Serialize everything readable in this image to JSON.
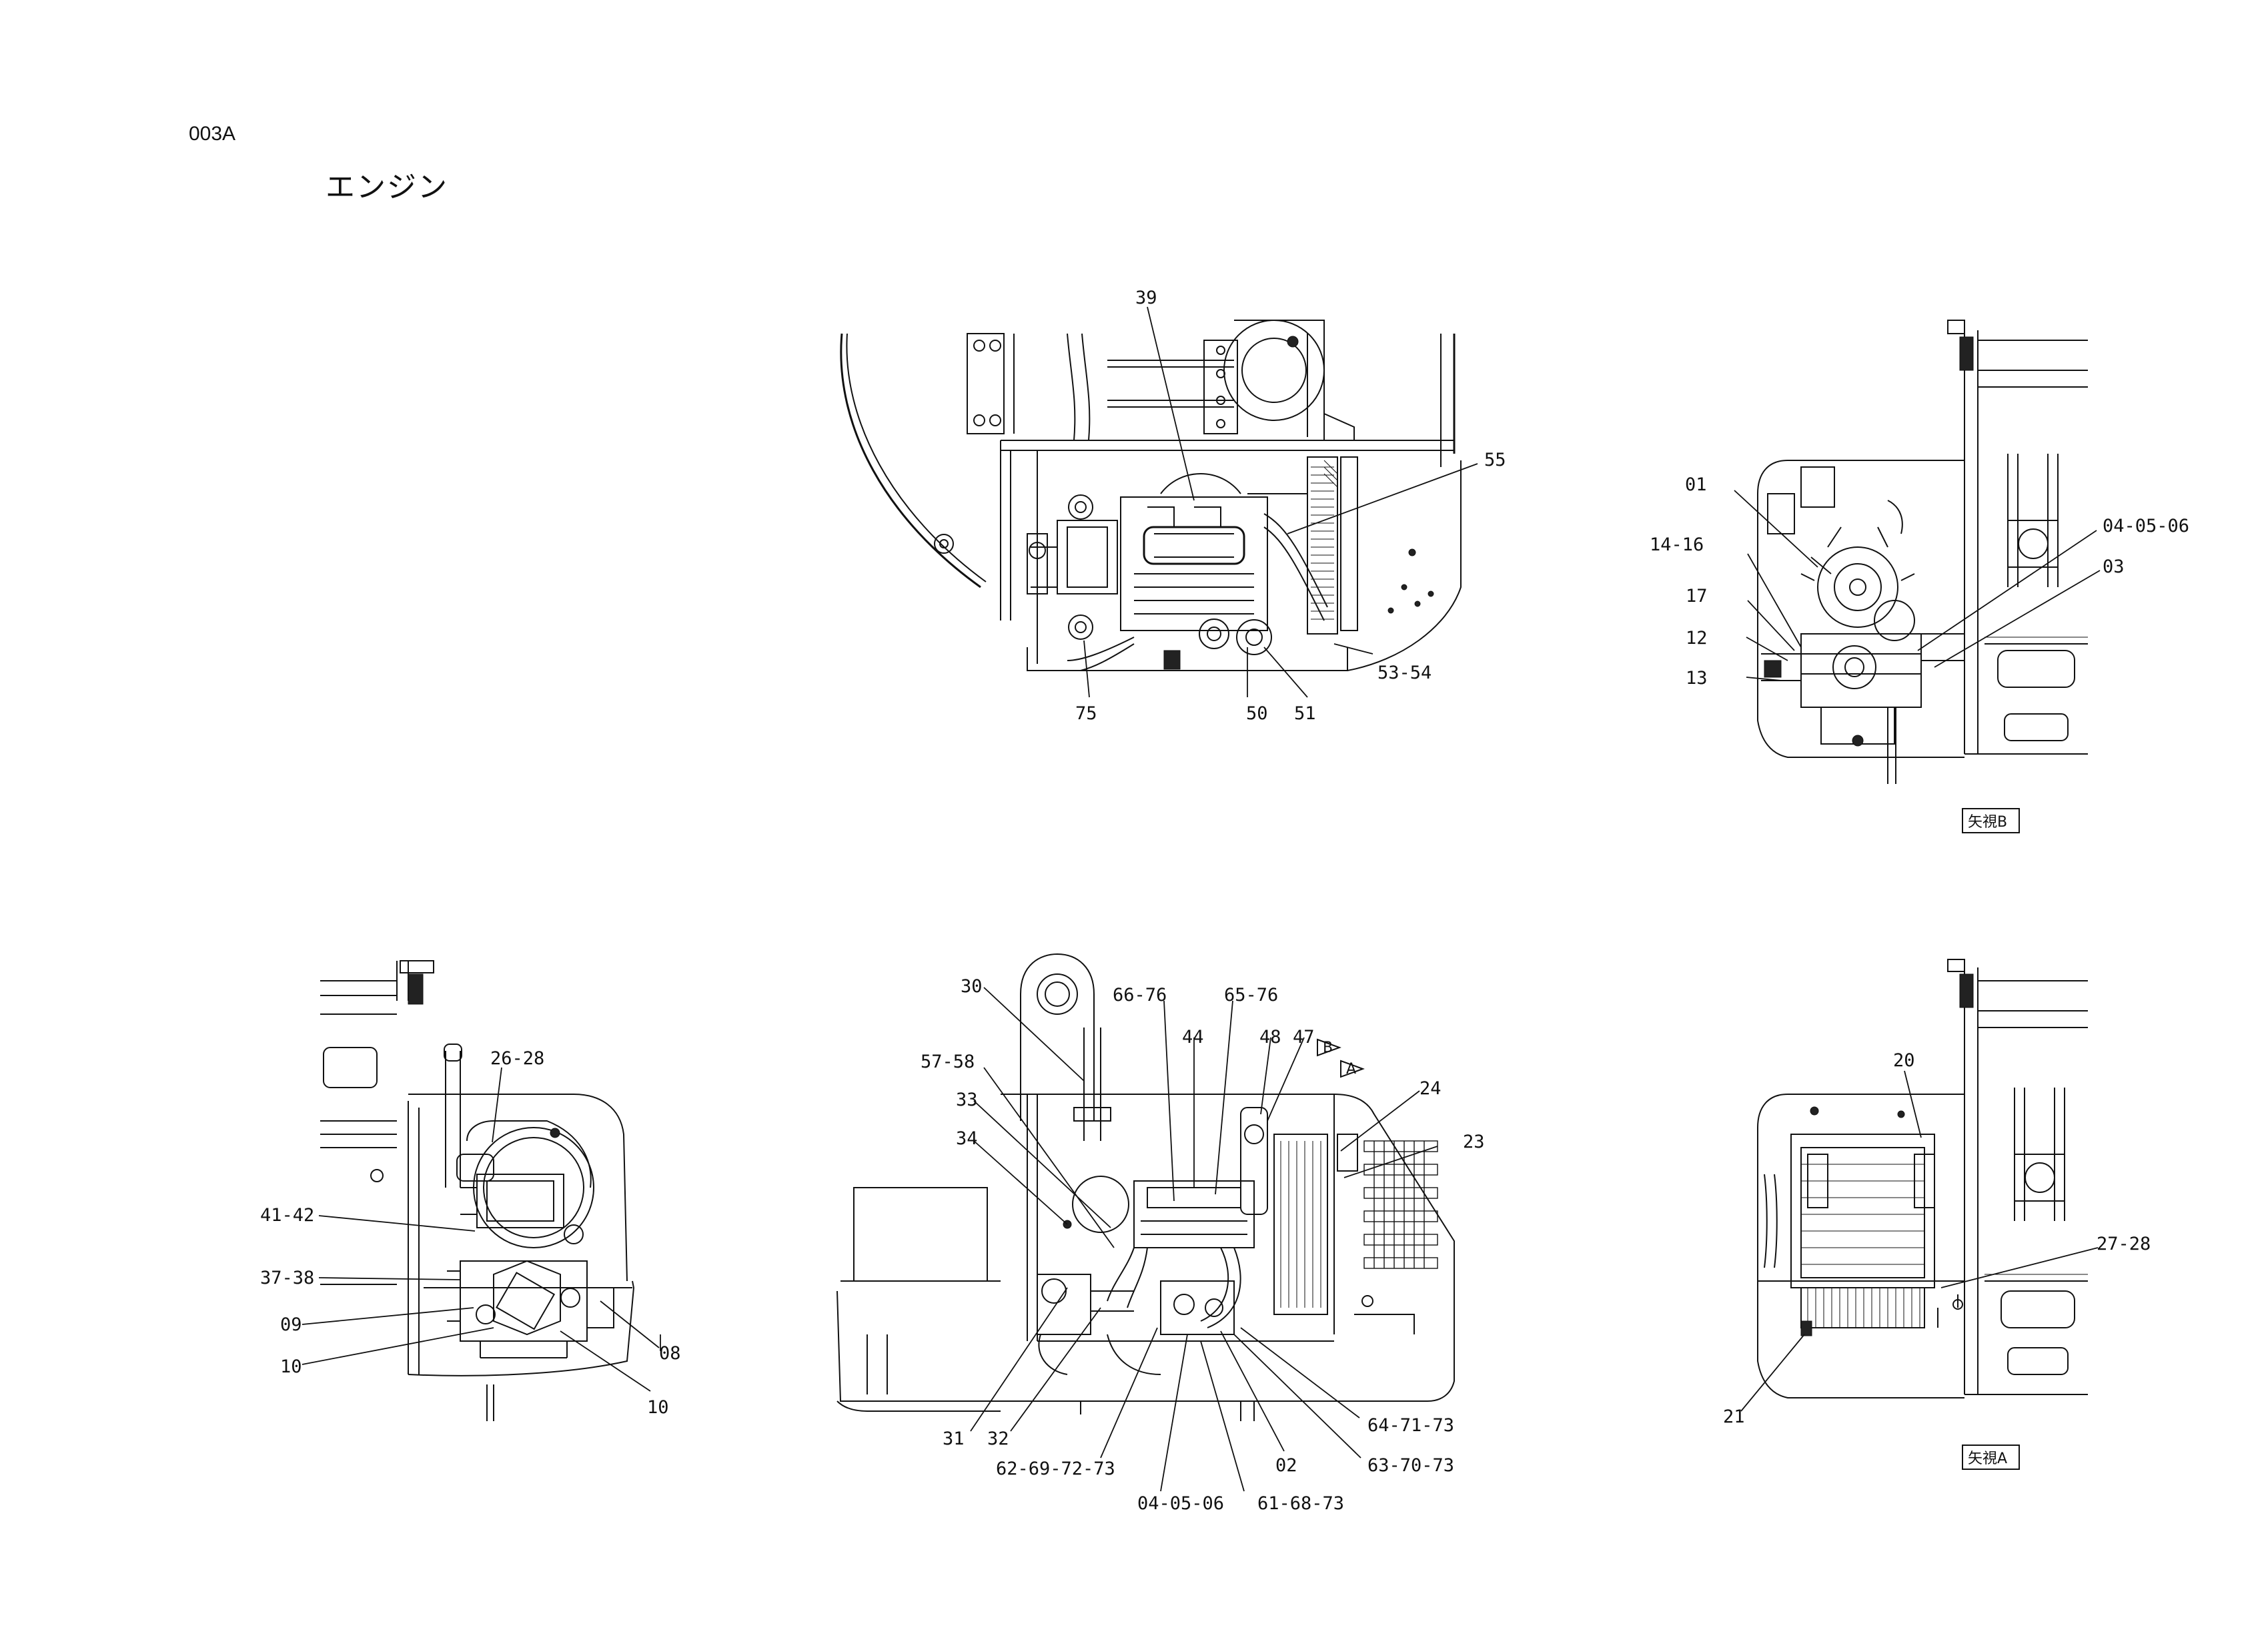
{
  "page": {
    "code": "003A",
    "title": "エンジン"
  },
  "views": {
    "top": {
      "callouts": [
        "39",
        "55",
        "53-54",
        "75",
        "50",
        "51"
      ]
    },
    "arrow_b": {
      "label": "矢視B",
      "callouts": [
        "01",
        "14-16",
        "17",
        "12",
        "13",
        "04-05-06",
        "03"
      ]
    },
    "left": {
      "callouts": [
        "26-28",
        "41-42",
        "37-38",
        "09",
        "10",
        "08",
        "10"
      ]
    },
    "side": {
      "callouts": [
        "30",
        "66-76",
        "65-76",
        "44",
        "48",
        "47",
        "57-58",
        "33",
        "34",
        "24",
        "23",
        "31",
        "32",
        "62-69-72-73",
        "02",
        "64-71-73",
        "63-70-73",
        "04-05-06",
        "61-68-73"
      ],
      "arrow_marks": [
        "B",
        "A"
      ]
    },
    "arrow_a": {
      "label": "矢視A",
      "callouts": [
        "20",
        "27-28",
        "21"
      ]
    }
  }
}
